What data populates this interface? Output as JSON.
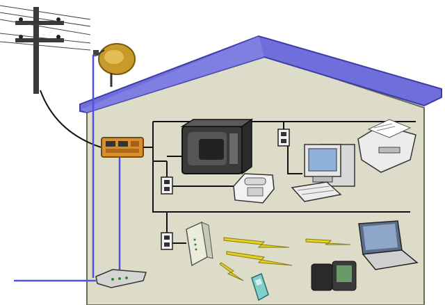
{
  "diagram": {
    "colors": {
      "roof": "#6f6fdc",
      "roof_edge": "#3d3da8",
      "wall": "#dcdcc8",
      "wall_edge": "#6b6b5a",
      "wire": "#111111",
      "coax": "#5050e6",
      "dish": "#c89a2a",
      "panel": "#d8902e",
      "lightning": "#e6d21e",
      "pole": "#333333"
    },
    "components": [
      {
        "id": "utility-pole",
        "icon": "utility-pole-icon"
      },
      {
        "id": "satellite-dish",
        "icon": "satellite-dish-icon"
      },
      {
        "id": "network-interface-box",
        "icon": "junction-box-icon"
      },
      {
        "id": "television",
        "icon": "television-icon"
      },
      {
        "id": "telephone",
        "icon": "telephone-icon"
      },
      {
        "id": "desktop-computer",
        "icon": "desktop-computer-icon"
      },
      {
        "id": "fax-machine",
        "icon": "fax-machine-icon"
      },
      {
        "id": "wireless-router",
        "icon": "router-icon"
      },
      {
        "id": "cable-modem",
        "icon": "modem-icon"
      },
      {
        "id": "laptop",
        "icon": "laptop-icon"
      },
      {
        "id": "pda",
        "icon": "pda-icon"
      },
      {
        "id": "cell-phone",
        "icon": "cell-phone-icon"
      },
      {
        "id": "wall-jacks",
        "icon": "wall-jack-icon"
      }
    ]
  }
}
